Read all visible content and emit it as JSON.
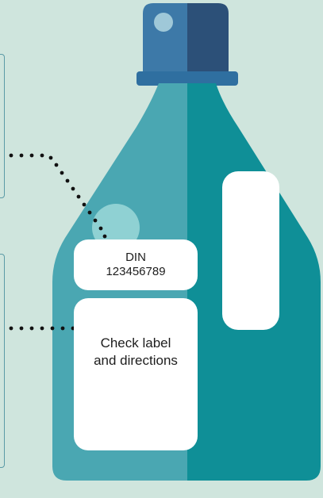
{
  "labels": {
    "din_heading": "DIN",
    "din_number": "123456789",
    "check_text": "Check label and directions"
  },
  "colors": {
    "background": "#cfe5dd",
    "bottle_left": "#4aa7b2",
    "bottle_right": "#0f8f97",
    "cap_left": "#3d79a8",
    "cap_right": "#2c5078",
    "collar": "#2f6fa0",
    "highlight": "#8fd1d3",
    "handle": "#ffffff",
    "dots": "#111111",
    "panel_border": "#5b9aa6"
  },
  "icons": {
    "bottle": "detergent-bottle-icon"
  }
}
